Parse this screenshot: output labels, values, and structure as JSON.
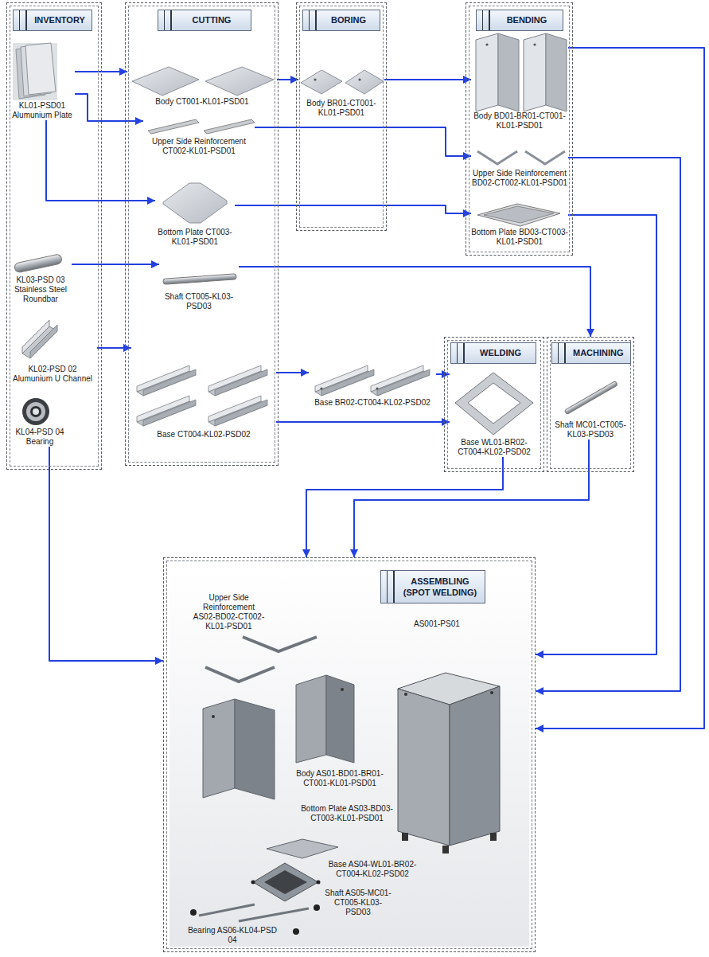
{
  "diagram": {
    "nodes": [
      {
        "text": [
          "INVENTORY"
        ]
      },
      {
        "text": [
          "KL01-PSD01 Alumunium Plate"
        ],
        "in": 0
      },
      {
        "text": [
          "KL03-PSD 03 Stainless Steel Roundbar"
        ],
        "in": 0
      },
      {
        "text": [
          "KL02-PSD 02 Alumunium U Channel"
        ],
        "in": 0
      },
      {
        "text": [
          "KL04-PSD 04 Bearing"
        ],
        "in": 0
      },
      {
        "text": [
          "CUTTING"
        ]
      },
      {
        "text": [
          "Body CT001-KL01-PSD01"
        ],
        "in": 5
      },
      {
        "text": [
          "Upper Side Reinforcement CT002-KL01-PSD01"
        ],
        "in": 5
      },
      {
        "text": [
          "Bottom Plate CT003-KL01-PSD01"
        ],
        "in": 5
      },
      {
        "text": [
          "Shaft CT005-KL03-PSD03"
        ],
        "in": 5
      },
      {
        "text": [
          "Base CT004-KL02-PSD02"
        ],
        "in": 5
      },
      {
        "text": [
          "BORING"
        ]
      },
      {
        "text": [
          "Body BR01-CT001-KL01-PSD01"
        ],
        "in": 11
      },
      {
        "text": [
          "Base BR02-CT004-KL02-PSD02"
        ]
      },
      {
        "text": [
          "BENDING"
        ]
      },
      {
        "text": [
          "Body BD01-BR01-CT001-KL01-PSD01"
        ],
        "in": 14
      },
      {
        "text": [
          "Upper Side Reinforcement BD02-CT002-KL01-PSD01"
        ],
        "in": 14
      },
      {
        "text": [
          "Bottom Plate BD03-CT003-KL01-PSD01"
        ],
        "in": 14
      },
      {
        "text": [
          "WELDING"
        ]
      },
      {
        "text": [
          "Base WL01-BR02-CT004-KL02-PSD02"
        ],
        "in": 18
      },
      {
        "text": [
          "MACHINING"
        ]
      },
      {
        "text": [
          "Shaft MC01-CT005-KL03-PSD03"
        ],
        "in": 20
      },
      {
        "text": [
          "ASSEMBLING (SPOT WELDING)"
        ]
      },
      {
        "text": [
          "Upper Side Reinforcement AS02-BD02-CT002-KL01-PSD01"
        ],
        "in": 22
      },
      {
        "text": [
          "Body AS01-BD01-BR01-CT001-KL01-PSD01"
        ],
        "in": 22
      },
      {
        "text": [
          "Bottom Plate AS03-BD03-CT003-KL01-PSD01"
        ],
        "in": 22
      },
      {
        "text": [
          "Base AS04-WL01-BR02-CT004-KL02-PSD02"
        ],
        "in": 22
      },
      {
        "text": [
          "Shaft AS05-MC01-CT005-KL03-PSD03"
        ],
        "in": 22
      },
      {
        "text": [
          "Bearing AS06-KL04-PSD 04"
        ],
        "in": 22
      }
    ],
    "edges": [
      {
        "from": 1,
        "to": 6,
        "arrow": "to"
      },
      {
        "from": 1,
        "to": 7,
        "arrow": "to"
      },
      {
        "from": 1,
        "to": 8,
        "arrow": "to"
      },
      {
        "from": 6,
        "to": 12,
        "arrow": "to"
      },
      {
        "from": 12,
        "to": 15,
        "arrow": "to"
      },
      {
        "from": 7,
        "to": 16,
        "arrow": "to"
      },
      {
        "from": 8,
        "to": 17,
        "arrow": "to"
      },
      {
        "from": 2,
        "to": 9,
        "arrow": "to"
      },
      {
        "from": 9,
        "to": 20,
        "arrow": "to"
      },
      {
        "from": 3,
        "to": 10,
        "arrow": "to"
      },
      {
        "from": 10,
        "to": 13,
        "arrow": "to"
      },
      {
        "from": 13,
        "to": 19,
        "arrow": "to"
      },
      {
        "from": 10,
        "to": 19,
        "arrow": "to"
      },
      {
        "from": 19,
        "to": 22,
        "arrow": "to"
      },
      {
        "from": 21,
        "to": 22,
        "arrow": "to"
      },
      {
        "from": 4,
        "to": 22,
        "arrow": "to"
      },
      {
        "from": 17,
        "to": 22,
        "arrow": "to"
      },
      {
        "from": 16,
        "to": 22,
        "arrow": "to"
      },
      {
        "from": 15,
        "to": 22,
        "arrow": "to"
      }
    ],
    "labels": [
      "AS001-PS01"
    ]
  }
}
